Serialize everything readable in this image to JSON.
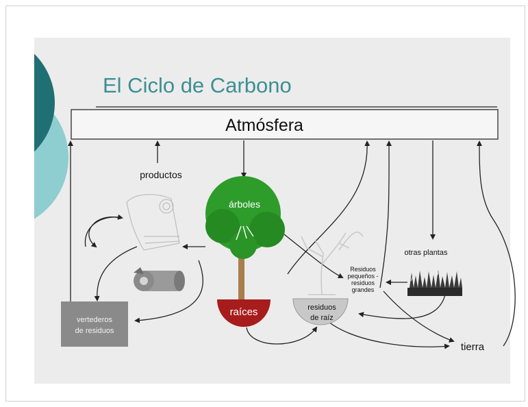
{
  "title": "El Ciclo de Carbono",
  "nodes": {
    "atmosphere": "Atmósfera",
    "products": "productos",
    "trees": "árboles",
    "roots": "raíces",
    "root_residues_line1": "residuos",
    "root_residues_line2": "de raíz",
    "landfill_line1": "vertederos",
    "landfill_line2": "de residuos",
    "other_plants": "otras plantas",
    "residues_line1": "Residuos",
    "residues_line2": "pequeños -",
    "residues_line3": "residuos",
    "residues_line4": "grandes",
    "soil": "tierra"
  },
  "colors": {
    "accent_dark": "#1f6f73",
    "accent_light": "#8ecdd0",
    "title_color": "#3d8f93",
    "tree_green": "#2e9c2a",
    "roots_red": "#a71c1c",
    "landfill_gray": "#8a8a8a"
  },
  "icons": {
    "paper_machine": "paper-machine-icon",
    "paper_roll": "paper-roll-icon",
    "tree": "tree-icon",
    "bare_tree": "bare-tree-icon",
    "grass": "grass-icon"
  }
}
